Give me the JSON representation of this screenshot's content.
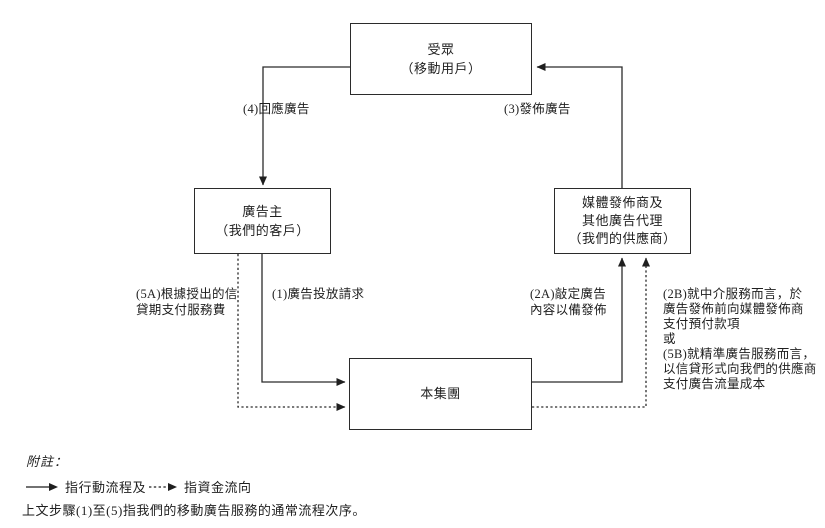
{
  "page": {
    "background": "#ffffff",
    "ink": "#1f1f1f",
    "border_color": "#2b2b2b"
  },
  "diagram": {
    "boxes": {
      "audience": {
        "label": "受眾\n（移動用戶）"
      },
      "advertiser": {
        "label": "廣告主\n（我們的客戶）"
      },
      "supplier": {
        "label": "媒體發佈商及\n其他廣告代理\n（我們的供應商）"
      },
      "group": {
        "label": "本集團"
      }
    },
    "edge_labels": {
      "step4": "(4)回應廣告",
      "step3": "(3)發佈廣告",
      "step5a": "(5A)根據授出的信\n貸期支付服務費",
      "step1": "(1)廣告投放請求",
      "step2a": "(2A)敲定廣告\n內容以備發佈",
      "step2b_5b": "(2B)就中介服務而言，於\n廣告發佈前向媒體發佈商\n支付預付款項\n或\n(5B)就精準廣告服務而言，\n以信貸形式向我們的供應商\n支付廣告流量成本"
    }
  },
  "notes": {
    "title": "附註：",
    "legend": {
      "action_label": "指行動流程及",
      "fund_label": "指資金流向"
    },
    "footer": "上文步驟(1)至(5)指我們的移動廣告服務的通常流程次序。"
  }
}
